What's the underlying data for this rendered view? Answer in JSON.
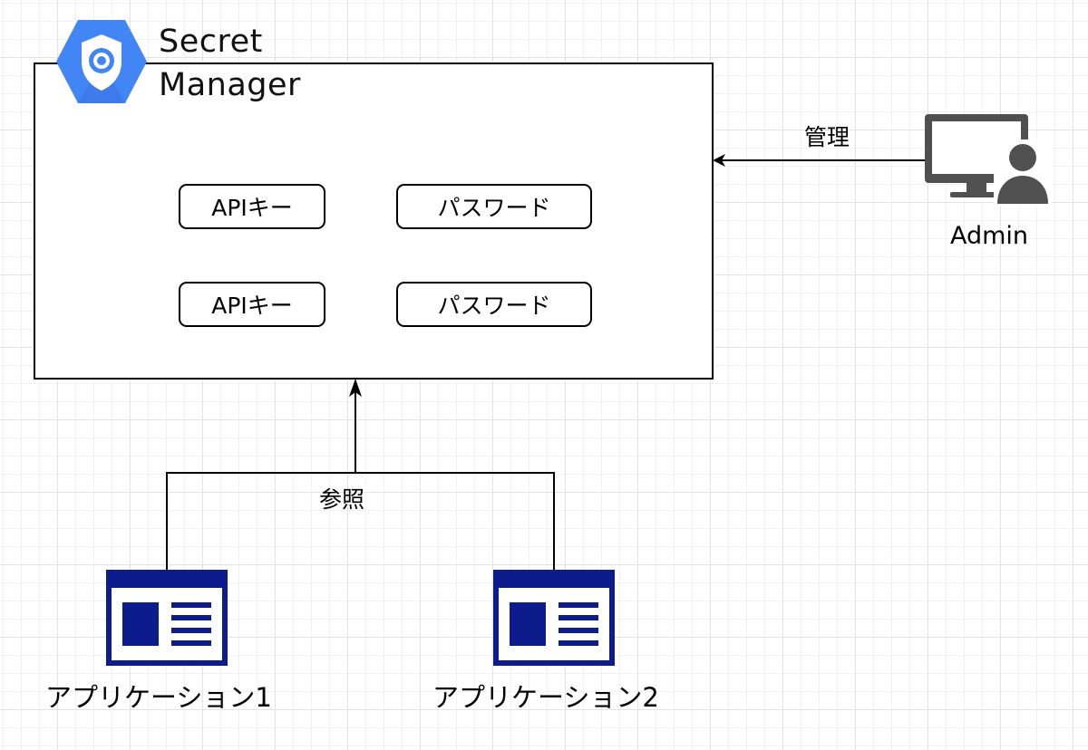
{
  "secret_manager": {
    "title_line1": "Secret",
    "title_line2": "Manager",
    "logo_icon": "secret-manager-shield-icon",
    "logo_color": "#4285F4",
    "logo_color_dark": "#3367D6"
  },
  "secrets": [
    {
      "label": "APIキー"
    },
    {
      "label": "パスワード"
    },
    {
      "label": "APIキー"
    },
    {
      "label": "パスワード"
    }
  ],
  "admin": {
    "label": "Admin",
    "icon": "admin-computer-user-icon",
    "icon_color": "#505050"
  },
  "edges": {
    "manage_label": "管理",
    "reference_label": "参照"
  },
  "applications": [
    {
      "label": "アプリケーション1",
      "icon": "web-application-icon"
    },
    {
      "label": "アプリケーション2",
      "icon": "web-application-icon"
    }
  ],
  "app_icon_color": "#0D1C8C"
}
